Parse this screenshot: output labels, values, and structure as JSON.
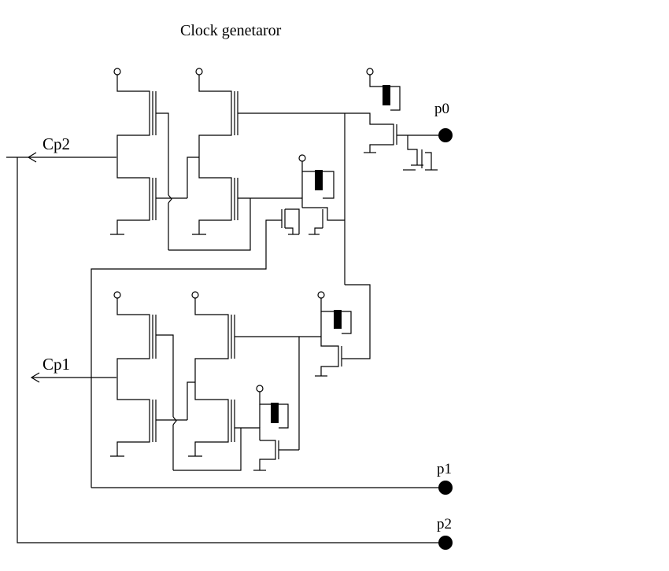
{
  "diagram": {
    "title": "Clock genetaror",
    "inputs": [
      {
        "label": "Cp2"
      },
      {
        "label": "Cp1"
      }
    ],
    "outputs": [
      {
        "label": "p0"
      },
      {
        "label": "p1"
      },
      {
        "label": "p2"
      }
    ]
  }
}
